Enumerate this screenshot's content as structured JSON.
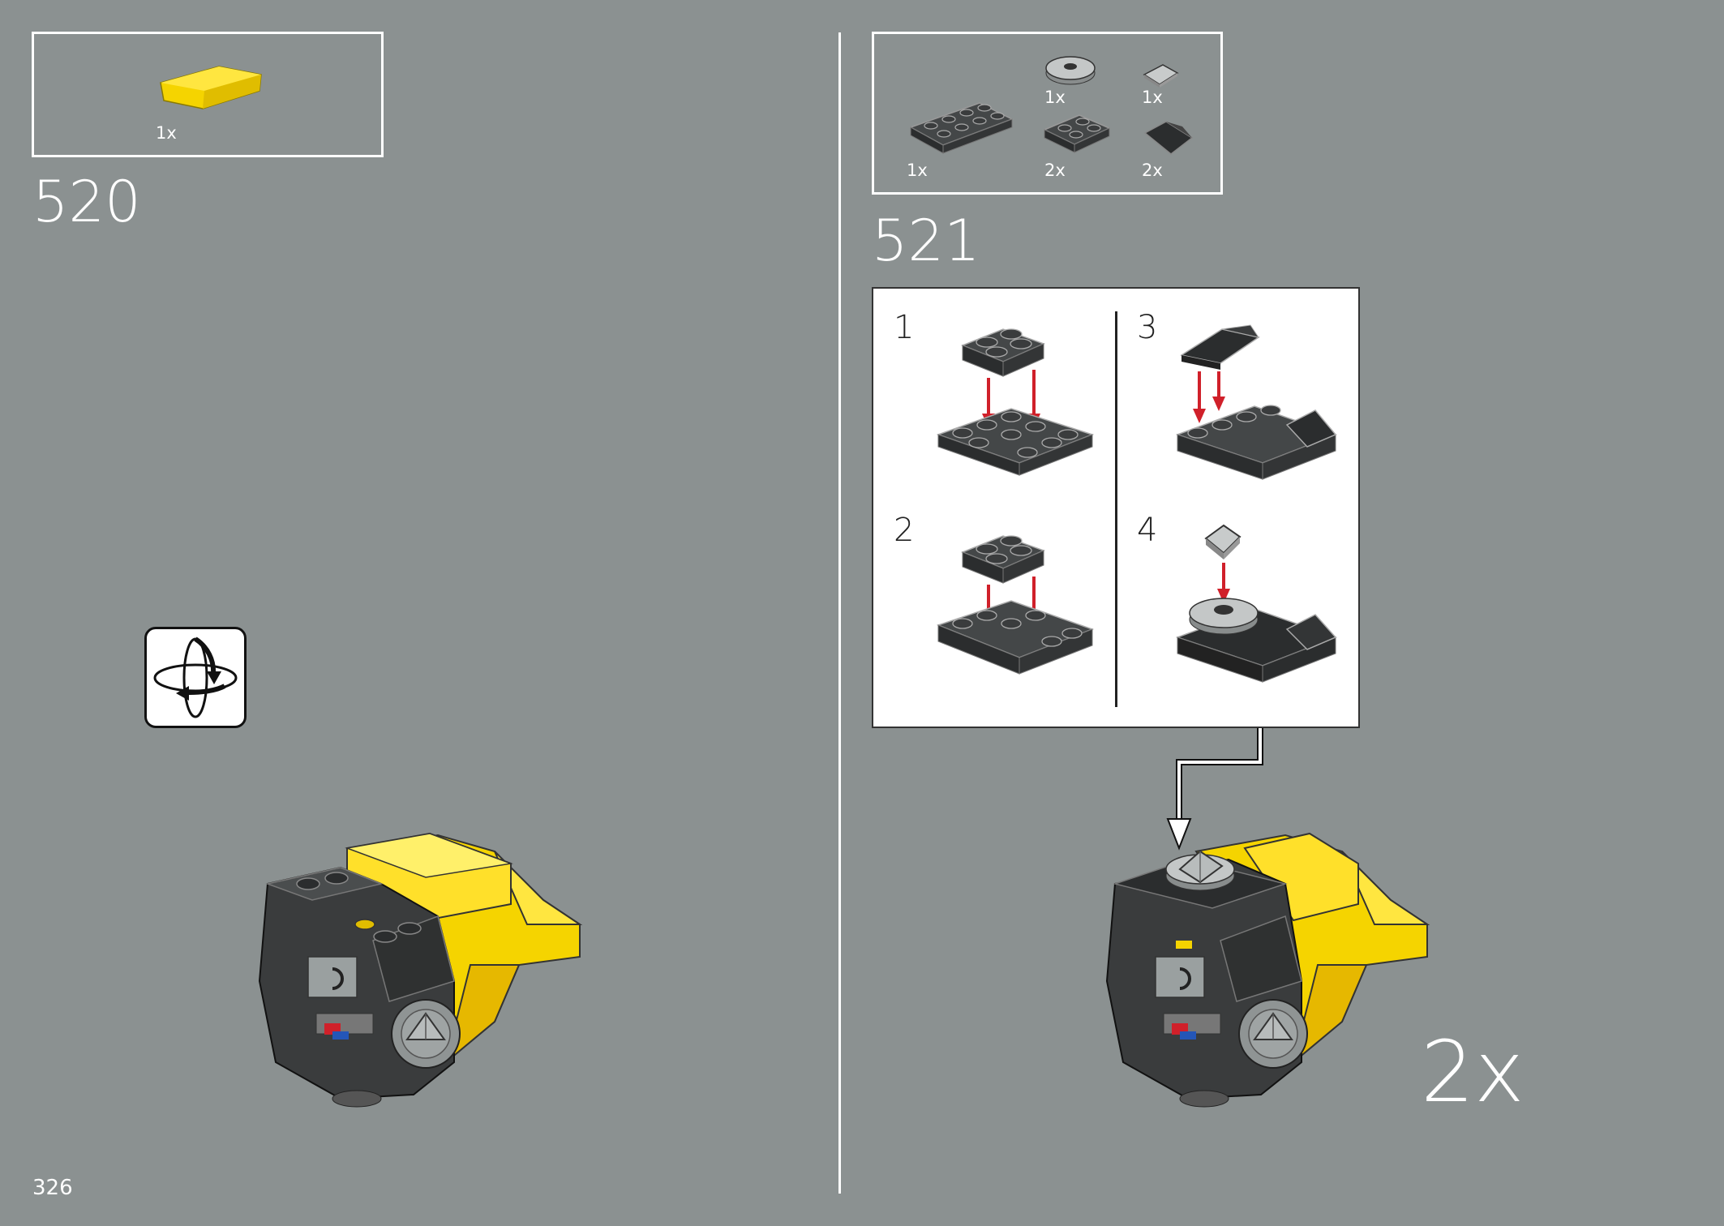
{
  "page_number": "326",
  "step_520": {
    "number": "520",
    "parts": [
      {
        "qty": "1x",
        "color": "#f5d400",
        "shape": "yellow-curved-slope-icon"
      }
    ],
    "rotate_icon": "rotate-model-icon"
  },
  "step_521": {
    "number": "521",
    "parts": [
      {
        "qty": "1x",
        "shape": "round-plate-icon",
        "color": "#b9bcbc"
      },
      {
        "qty": "1x",
        "shape": "pyramid-tile-icon",
        "color": "#b9bcbc"
      },
      {
        "qty": "1x",
        "shape": "plate-2x4-icon",
        "color": "#3a3c3d"
      },
      {
        "qty": "2x",
        "shape": "plate-2x2-icon",
        "color": "#3a3c3d"
      },
      {
        "qty": "2x",
        "shape": "slope-icon",
        "color": "#3a3c3d"
      }
    ],
    "substeps": [
      "1",
      "2",
      "3",
      "4"
    ],
    "multiplier": "2x"
  },
  "colors": {
    "background": "#8b9191",
    "dark_grey": "#3a3c3d",
    "yellow": "#f5d400",
    "arrow_red": "#d0202a"
  }
}
